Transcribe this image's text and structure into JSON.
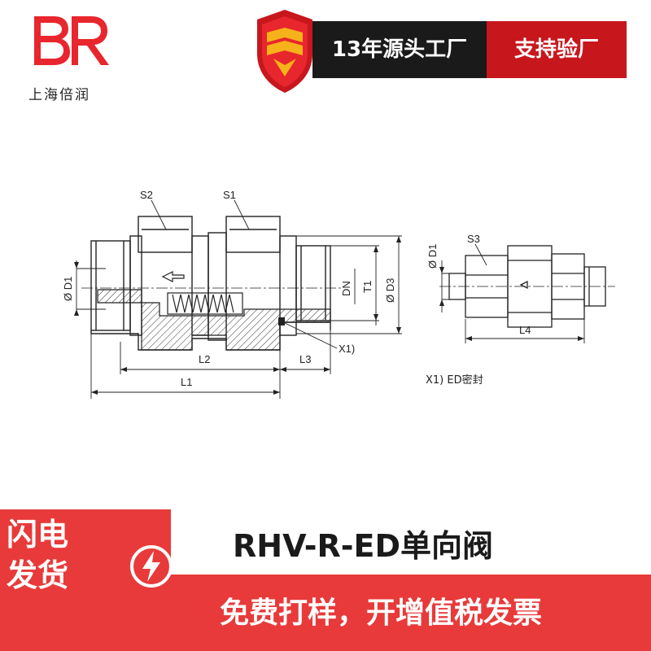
{
  "brand": {
    "logo_letters": "BR",
    "name": "上海倍润",
    "color": "#e8262d"
  },
  "header": {
    "badge_left": "13年源头工厂",
    "badge_right": "支持验厂",
    "icon": "shield-icon"
  },
  "drawing": {
    "labels": {
      "s1": "S1",
      "s2": "S2",
      "s3": "S3",
      "d1": "Ø D1",
      "d1_side": "Ø D1",
      "d3": "Ø D3",
      "dn": "DN",
      "t1": "T1",
      "l1": "L1",
      "l2": "L2",
      "l3": "L3",
      "l4": "L4",
      "x1": "X1)"
    },
    "note": "X1) ED密封"
  },
  "footer": {
    "flash_line1": "闪电",
    "flash_line2": "发货",
    "bolt_icon": "lightning-icon",
    "product_title": "RHV-R-ED单向阀",
    "slogan": "免费打样，开增值税发票",
    "colors": {
      "red": "#e83a3a",
      "dark": "#1a1a1a"
    }
  }
}
